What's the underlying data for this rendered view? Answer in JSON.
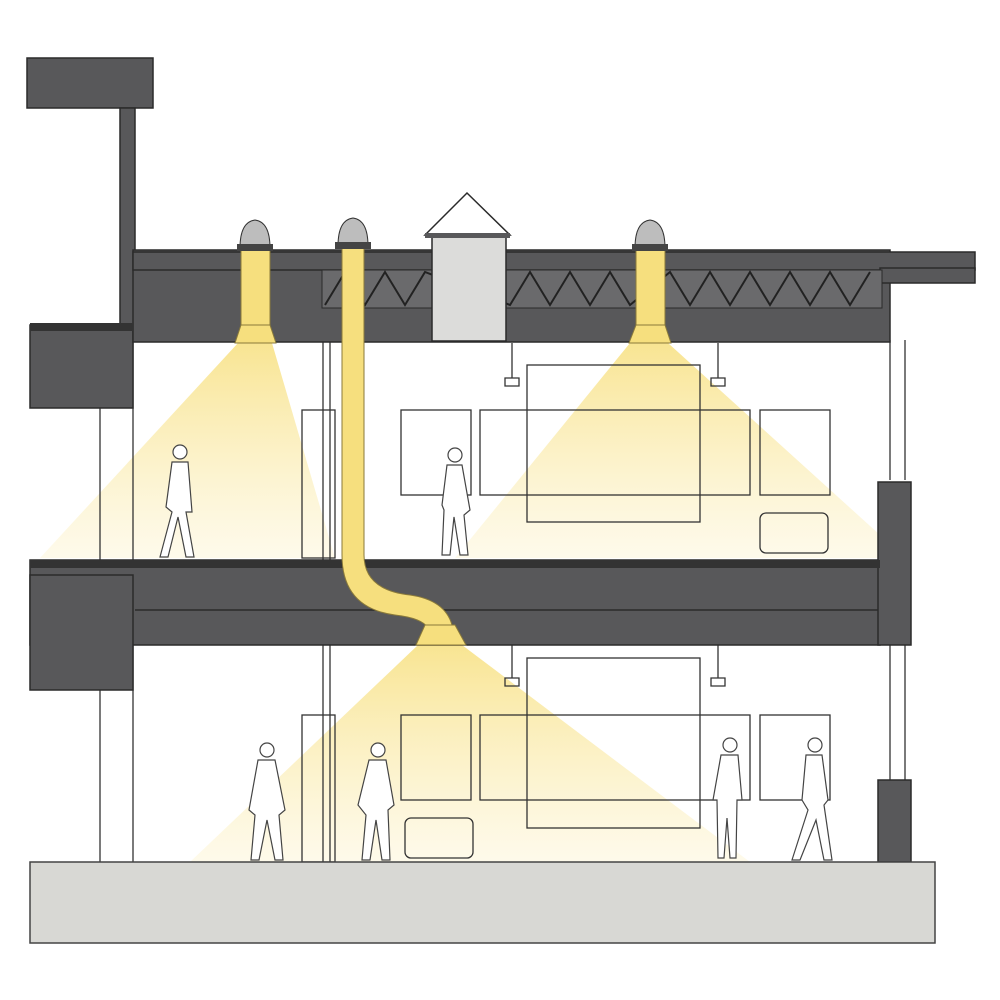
{
  "diagram": {
    "subject": "building-section-with-tubular-skylights",
    "colors": {
      "structure": "#58585a",
      "structure_outline": "#2a2a2a",
      "light_tube": "#f6df7e",
      "light_cone": "#fbf0c0",
      "ground": "#d8d8d4",
      "dormer": "#dcdcda",
      "background": "#ffffff"
    },
    "icons": [
      "skylight-dome-icon",
      "person-silhouette-icon",
      "pendant-lamp-icon"
    ],
    "skylights": 3,
    "floors": 2
  }
}
